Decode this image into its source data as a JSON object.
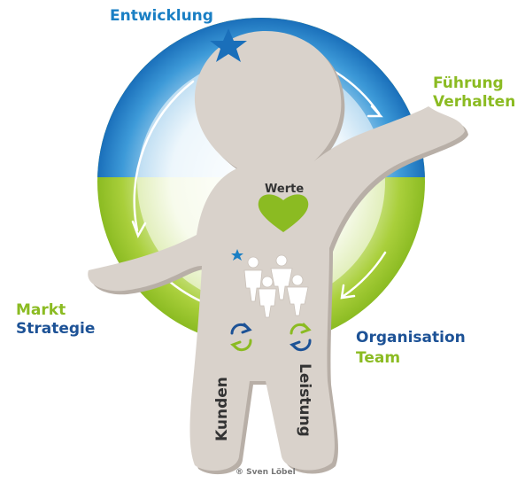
{
  "labels": {
    "entwicklung": "Entwicklung",
    "fuehrung": "Führung",
    "verhalten": "Verhalten",
    "markt": "Markt",
    "strategie": "Strategie",
    "organisation": "Organisation",
    "team": "Team",
    "werte": "Werte",
    "kunden": "Kunden",
    "leistung": "Leistung",
    "copyright": "® Sven Löbel"
  },
  "colors": {
    "blue": "#1a7fc4",
    "navy": "#1d5296",
    "green": "#8bbb22",
    "figure": "#d9d2cb"
  },
  "icons": [
    "star-icon",
    "heart-icon",
    "people-group-icon",
    "cycle-arrows-icon"
  ]
}
